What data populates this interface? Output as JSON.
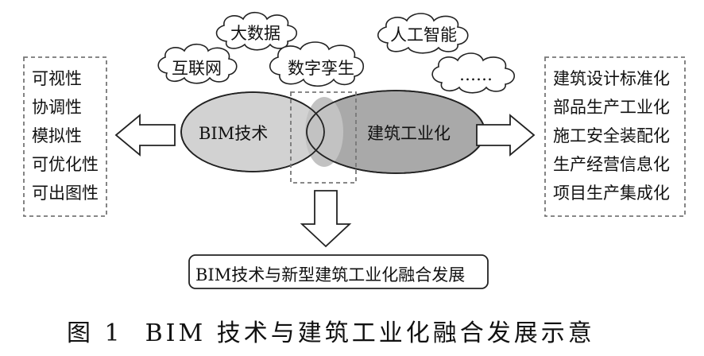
{
  "clouds": {
    "big_data": "大数据",
    "ai": "人工智能",
    "internet": "互联网",
    "digital_twin": "数字孪生",
    "etc": "……"
  },
  "left_box": {
    "items": [
      "可视性",
      "协调性",
      "模拟性",
      "可优化性",
      "可出图性"
    ]
  },
  "venn": {
    "left_label": "BIM技术",
    "right_label": "建筑工业化"
  },
  "right_box": {
    "items": [
      "建筑设计标准化",
      "部品生产工业化",
      "施工安全装配化",
      "生产经营信息化",
      "项目生产集成化"
    ]
  },
  "result": {
    "label": "BIM技术与新型建筑工业化融合发展"
  },
  "caption": {
    "number": "图 1",
    "title": "BIM 技术与建筑工业化融合发展示意"
  }
}
